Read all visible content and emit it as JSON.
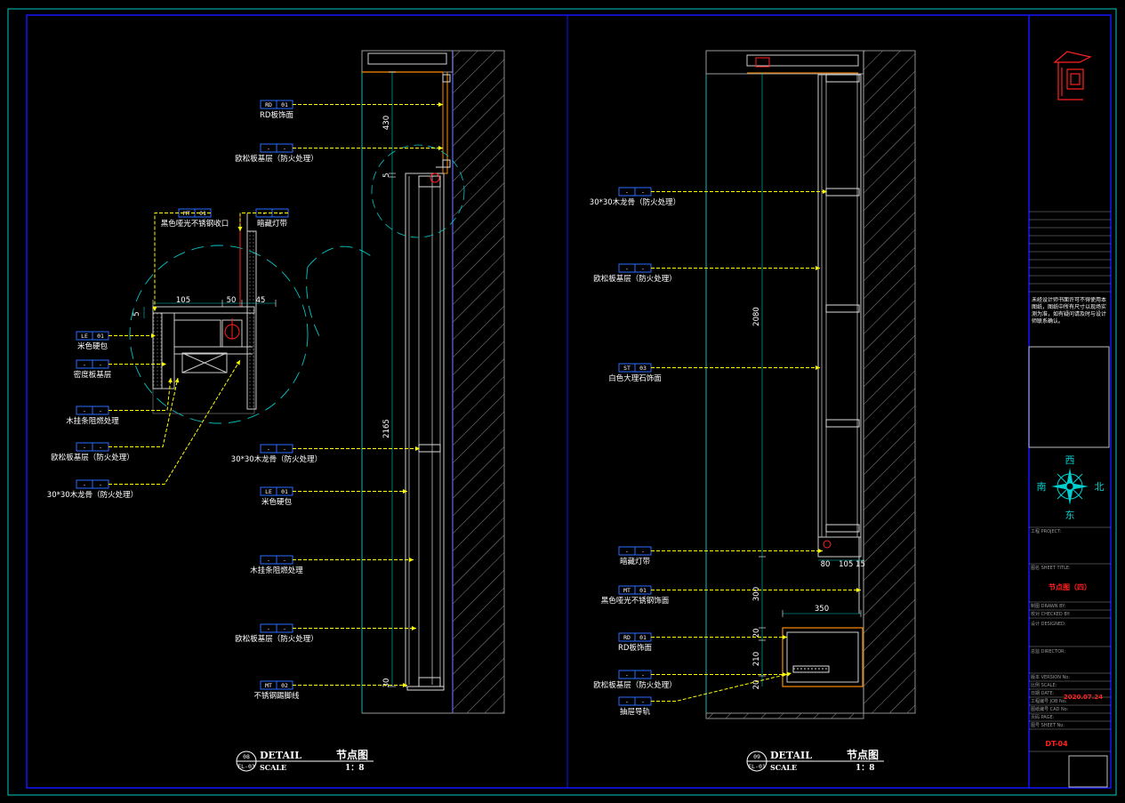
{
  "colors": {
    "frame": "#00c8c8",
    "border": "#1414ff",
    "leader": "#ffff00",
    "tagbox": "#2a6cff",
    "hatch": "#8c8c8c",
    "red": "#ff2020",
    "compass": "#00d0d0"
  },
  "left_section": {
    "dims": {
      "d430": "430",
      "d5": "5",
      "d2165": "2165",
      "d30": "30",
      "d105": "105",
      "d50": "50",
      "d45": "45",
      "d5b": "5"
    },
    "callouts": [
      {
        "code": "RD",
        "num": "01",
        "text": "RD板饰面"
      },
      {
        "code": "-",
        "num": "-",
        "text": "欧松板基层（防火处理）"
      },
      {
        "code": "-",
        "num": "-",
        "text": "30*30木龙骨（防火处理）"
      },
      {
        "code": "LE",
        "num": "01",
        "text": "米色硬包"
      },
      {
        "code": "-",
        "num": "-",
        "text": "木挂条阻燃处理"
      },
      {
        "code": "-",
        "num": "-",
        "text": "欧松板基层（防火处理）"
      },
      {
        "code": "MT",
        "num": "02",
        "text": "不锈钢踢脚线"
      }
    ],
    "detail_callouts": [
      {
        "code": "MT",
        "num": "01",
        "text": "黑色哑光不锈钢收口"
      },
      {
        "code": "-",
        "num": "-",
        "text": "暗藏灯带"
      },
      {
        "code": "LE",
        "num": "01",
        "text": "米色硬包"
      },
      {
        "code": "-",
        "num": "-",
        "text": "密度板基层"
      },
      {
        "code": "-",
        "num": "-",
        "text": "木挂条阻燃处理"
      },
      {
        "code": "-",
        "num": "-",
        "text": "欧松板基层（防火处理）"
      },
      {
        "code": "-",
        "num": "-",
        "text": "30*30木龙骨（防火处理）"
      }
    ],
    "title": {
      "num": "08",
      "ref": "EL-03",
      "word": "DETAIL",
      "scale_word": "SCALE",
      "name": "节点图",
      "scale": "1：8"
    }
  },
  "right_section": {
    "dims": {
      "d2080": "2080",
      "d300": "300",
      "d20a": "20",
      "d210": "210",
      "d20b": "20",
      "d350": "350",
      "d80": "80",
      "d105_15": "105 15"
    },
    "callouts": [
      {
        "code": "-",
        "num": "-",
        "text": "30*30木龙骨（防火处理）"
      },
      {
        "code": "-",
        "num": "-",
        "text": "欧松板基层（防火处理）"
      },
      {
        "code": "ST",
        "num": "03",
        "text": "白色大理石饰面"
      },
      {
        "code": "-",
        "num": "-",
        "text": "暗藏灯带"
      },
      {
        "code": "MT",
        "num": "01",
        "text": "黑色哑光不锈钢饰面"
      },
      {
        "code": "RD",
        "num": "01",
        "text": "RD板饰面"
      },
      {
        "code": "-",
        "num": "-",
        "text": "欧松板基层（防火处理）"
      },
      {
        "code": "-",
        "num": "-",
        "text": "抽屉导轨"
      }
    ],
    "title": {
      "num": "09",
      "ref": "EL-01",
      "word": "DETAIL",
      "scale_word": "SCALE",
      "name": "节点图",
      "scale": "1：8"
    }
  },
  "title_block": {
    "note": "未经设计师书面许可不得使用本图纸，图纸中所有尺寸以现场实测为准，如有疑问请及时与设计师联系确认。",
    "compass": {
      "n": "西",
      "s": "东",
      "w": "南",
      "e": "北"
    },
    "project_label": "工程 PROJECT:",
    "sheet_title_label": "图名 SHEET TITLE:",
    "sheet_title": "节点图（四）",
    "drawn_label": "制图 DRAWN BY:",
    "checked_label": "校对 CHECKED BY:",
    "designed_label": "设计 DESIGNED:",
    "director_label": "总监 DIRECTOR:",
    "version_label": "版本 VERSION No:",
    "scale_label": "比例 SCALE:",
    "date_label": "日期 DATE:",
    "date": "2020.07.24",
    "project_no_label": "工程编号 JOB No:",
    "drawing_no_label": "图纸编号 CAD No:",
    "page_label": "页码 PAGE:",
    "sheet_no_label": "图号 SHEET No:",
    "sheet_no": "DT-04"
  }
}
